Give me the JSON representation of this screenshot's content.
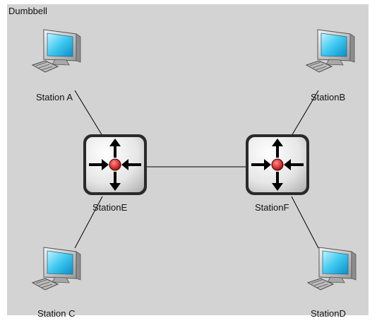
{
  "diagram": {
    "title": "Dumbbell",
    "stations": [
      {
        "id": "A",
        "label": "Station A",
        "kind": "computer"
      },
      {
        "id": "B",
        "label": "StationB",
        "kind": "computer"
      },
      {
        "id": "C",
        "label": "Station C",
        "kind": "computer"
      },
      {
        "id": "D",
        "label": "StationD",
        "kind": "computer"
      },
      {
        "id": "E",
        "label": "StationE",
        "kind": "router"
      },
      {
        "id": "F",
        "label": "StationF",
        "kind": "router"
      }
    ],
    "links": [
      [
        "A",
        "E"
      ],
      [
        "C",
        "E"
      ],
      [
        "E",
        "F"
      ],
      [
        "F",
        "B"
      ],
      [
        "F",
        "D"
      ]
    ]
  }
}
